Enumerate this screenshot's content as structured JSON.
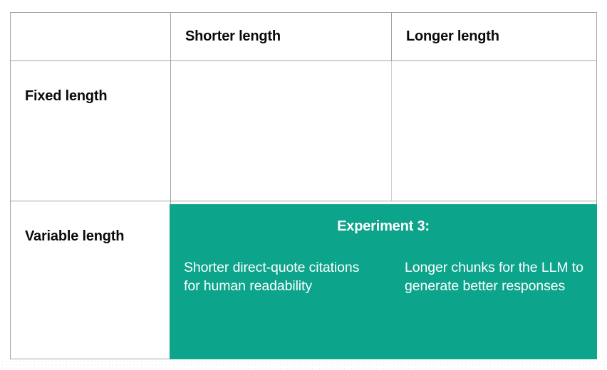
{
  "table": {
    "corner_label": "",
    "column_headers": [
      "Shorter length",
      "Longer length"
    ],
    "row_headers": [
      "Fixed length",
      "Variable length"
    ],
    "cells": {
      "fixed_shorter": "",
      "fixed_longer": "",
      "variable_shorter": "Shorter direct-quote citations for human readability",
      "variable_longer": "Longer chunks for the LLM to generate better responses"
    }
  },
  "highlight": {
    "title": "Experiment 3:",
    "left_text": "Shorter direct-quote citations for human readability",
    "right_text": "Longer chunks for the LLM to generate better responses",
    "color": "#0ca48b",
    "text_color": "#ffffff"
  },
  "style": {
    "border_color": "#a3a3a3",
    "light_border_color": "#d0d0d0",
    "text_color": "#0b0b0b",
    "background": "#ffffff"
  }
}
